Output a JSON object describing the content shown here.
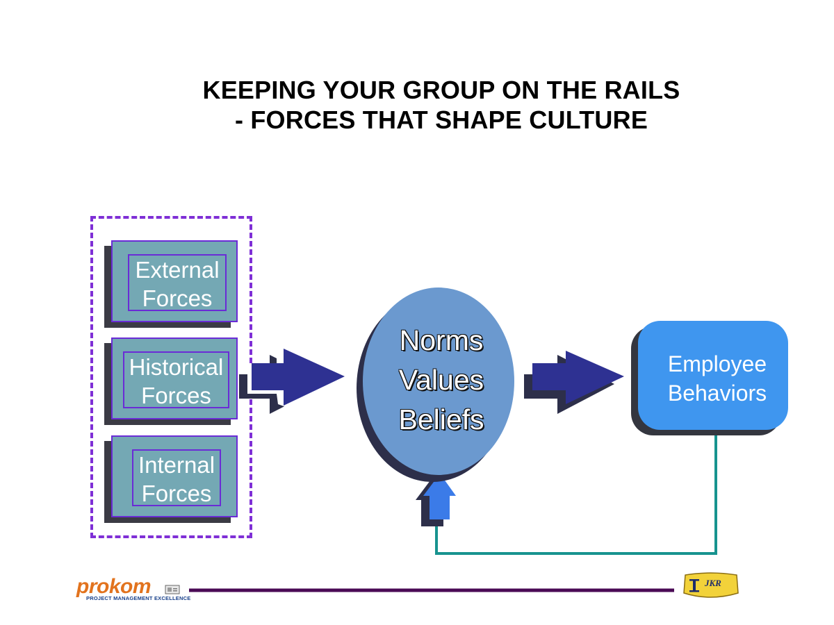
{
  "title": {
    "line1": "KEEPING YOUR GROUP ON THE RAILS",
    "line2": "- FORCES THAT SHAPE CULTURE"
  },
  "forces": [
    {
      "line1": "External",
      "line2": "Forces"
    },
    {
      "line1": "Historical",
      "line2": "Forces"
    },
    {
      "line1": "Internal",
      "line2": "Forces"
    }
  ],
  "center_node": {
    "line1": "Norms",
    "line2": "Values",
    "line3": "Beliefs"
  },
  "outcome_node": {
    "line1": "Employee",
    "line2": "Behaviors"
  },
  "colors": {
    "dashed_frame": "#7f2fd6",
    "force_box_fill": "#74a8b4",
    "arrow_fill": "#2e3192",
    "ellipse_fill": "#6b99cf",
    "outcome_fill": "#3f96ef",
    "feedback_line": "#17938f",
    "footer_rule": "#4a0a55"
  },
  "footer": {
    "left_logo_word": "prokom",
    "left_logo_tagline": "PROJECT MANAGEMENT EXCELLENCE",
    "right_logo_text": "JKR"
  }
}
